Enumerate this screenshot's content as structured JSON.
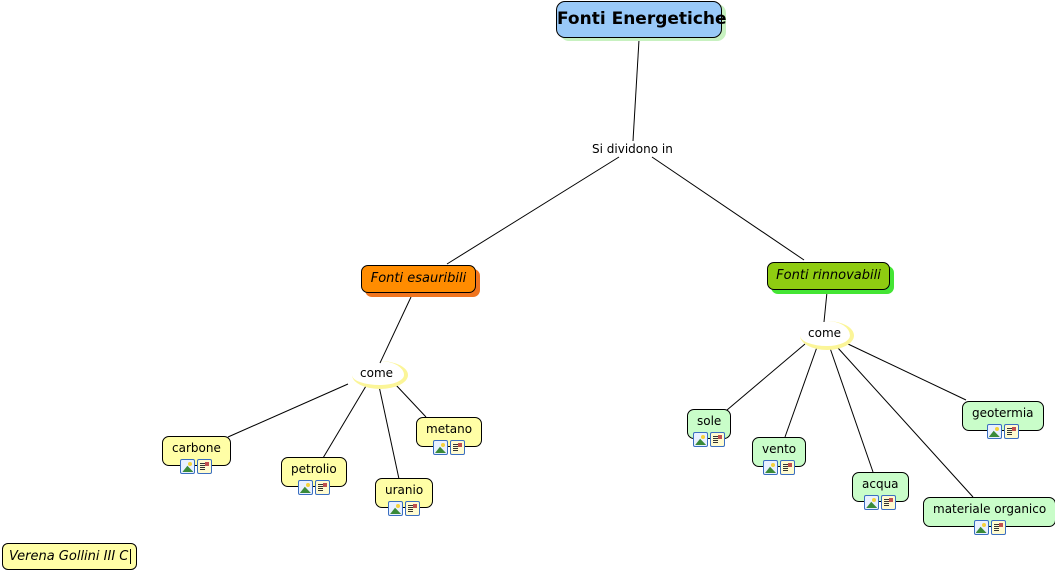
{
  "map": {
    "root": {
      "label": "Fonti Energetiche",
      "color": "#99c9f8"
    },
    "root_link": "Si dividono in",
    "categories": [
      {
        "label": "Fonti esauribili",
        "color": "#ff8c00",
        "link": "come",
        "items": [
          "carbone",
          "petrolio",
          "uranio",
          "metano"
        ]
      },
      {
        "label": "Fonti rinnovabili",
        "color": "#8fcc11",
        "link": "come",
        "items": [
          "sole",
          "vento",
          "acqua",
          "geotermia",
          "materiale organico"
        ]
      }
    ],
    "leaf_icons": [
      "image-icon",
      "document-icon"
    ],
    "leaf_colors": {
      "esauribili": "#fffea6",
      "rinnovabili": "#c9fdc9"
    }
  },
  "author": {
    "label": "Verena Gollini III C"
  }
}
